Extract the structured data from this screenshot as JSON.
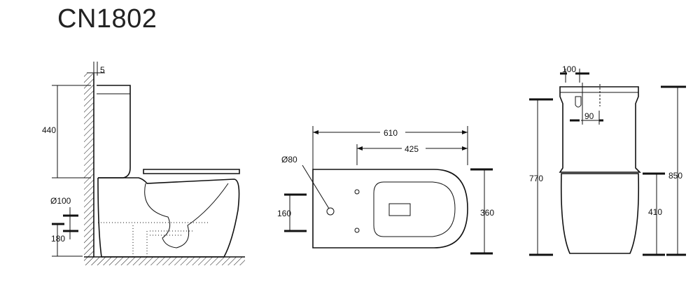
{
  "title": "CN1802",
  "side_view": {
    "wall_gap": "5",
    "tank_height": "440",
    "outlet_diameter": "Ø100",
    "outlet_height": "180"
  },
  "top_view": {
    "overall_length": "610",
    "outlet_to_front": "425",
    "hole_diameter": "Ø80",
    "hole_spacing": "160",
    "width": "360"
  },
  "front_view": {
    "top_hole_width": "100",
    "button_width": "90",
    "height_to_bowl_top": "770",
    "total_height": "850",
    "bowl_height": "410"
  }
}
